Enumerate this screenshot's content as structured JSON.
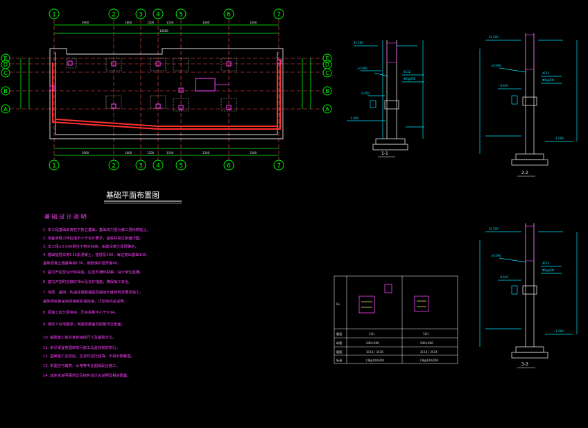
{
  "plan": {
    "title": "基础平面布置图",
    "grid_x_labels": [
      "1",
      "2",
      "3",
      "4",
      "5",
      "6",
      "7"
    ],
    "grid_y_labels": [
      "E",
      "D",
      "C",
      "B",
      "A"
    ]
  },
  "notes": {
    "title": "基 础 设 计 说 明",
    "lines": [
      "1. 本工程基础采用柱下独立基础，基础持力层为第二层粉质粘土。",
      "2. 地基承载力特征值不小于设计要求，基底标高见剖面详图。",
      "3. 本工程±0.000相当于绝对标高，由建设单位现场确定。",
      "4. 基础垫层采用C15素混凝土，垫层厚100，每边宽出基础100。",
      "   基础混凝土强度等级C30，钢筋保护层厚度40。",
      "5. 基坑开挖至设计标高后，应及时通知勘察、设计单位验槽。",
      "6. 基坑开挖时应做好排水及支护措施，确保施工安全。",
      "7. 地梁、基础、构造柱钢筋锚固及搭接长度按规范要求施工。",
      "   基础梁纵筋采用焊接或机械连接，详见结构总说明。",
      "8. 回填土应分层夯实，压实系数不小于0.94。",
      "9. 墙体下设地圈梁，地圈梁截面及配筋详见剖面。",
      "10. 基础施工前应复核轴线尺寸及基础定位。",
      "11. 未尽事宜按国家现行施工及验收规范执行。",
      "12. 基础施工完成后，应及时进行回填，不得长期暴露。",
      "13. 本图应与建筑、水电等专业图纸配合施工。",
      "14. 其他未说明事项详见结构设计总说明及相关图集。"
    ]
  },
  "sections": {
    "s1_label": "1-1",
    "s2_label": "2-2",
    "s3_label": "3-3"
  },
  "table": {
    "row_labels": [
      "GL",
      "截面",
      "纵筋",
      "箍筋",
      "标高"
    ]
  },
  "colors": {
    "grid_line": "#00ff00",
    "axis_line": "#ff6060",
    "dim": "#00e5ff",
    "text_magenta": "#ff40ff",
    "beam_red": "#ff3030",
    "white": "#ffffff",
    "yellow": "#ffff66"
  }
}
